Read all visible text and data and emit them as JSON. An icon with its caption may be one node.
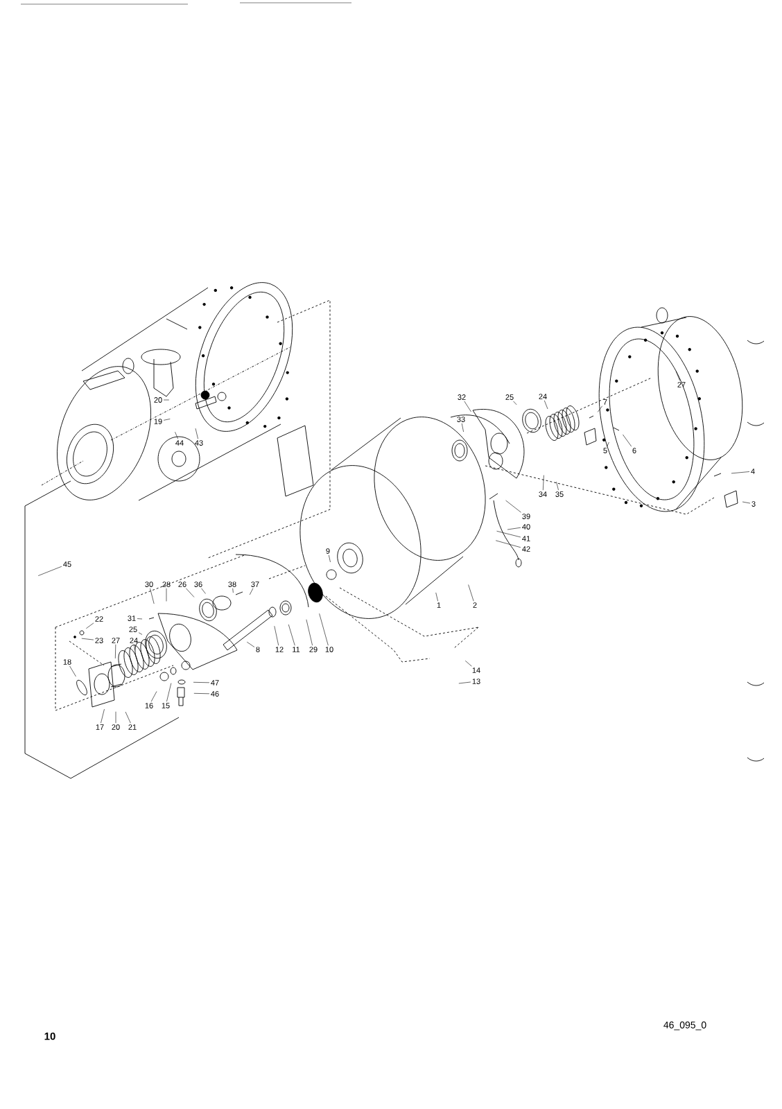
{
  "diagram": {
    "nodes": [
      {
        "text": [
          "20"
        ]
      },
      {
        "text": [
          "19"
        ]
      },
      {
        "text": [
          "44"
        ]
      },
      {
        "text": [
          "43"
        ]
      },
      {
        "text": [
          "27"
        ]
      },
      {
        "text": [
          "32"
        ]
      },
      {
        "text": [
          "25"
        ]
      },
      {
        "text": [
          "24"
        ]
      },
      {
        "text": [
          "7"
        ]
      },
      {
        "text": [
          "33"
        ]
      },
      {
        "text": [
          "5"
        ]
      },
      {
        "text": [
          "6"
        ]
      },
      {
        "text": [
          "4"
        ]
      },
      {
        "text": [
          "34"
        ]
      },
      {
        "text": [
          "35"
        ]
      },
      {
        "text": [
          "3"
        ]
      },
      {
        "text": [
          "39"
        ]
      },
      {
        "text": [
          "40"
        ]
      },
      {
        "text": [
          "41"
        ]
      },
      {
        "text": [
          "42"
        ]
      },
      {
        "text": [
          "9"
        ]
      },
      {
        "text": [
          "45"
        ]
      },
      {
        "text": [
          "30"
        ]
      },
      {
        "text": [
          "28"
        ]
      },
      {
        "text": [
          "26"
        ]
      },
      {
        "text": [
          "36"
        ]
      },
      {
        "text": [
          "38"
        ]
      },
      {
        "text": [
          "37"
        ]
      },
      {
        "text": [
          "1"
        ]
      },
      {
        "text": [
          "2"
        ]
      },
      {
        "text": [
          "22"
        ]
      },
      {
        "text": [
          "31"
        ]
      },
      {
        "text": [
          "25"
        ]
      },
      {
        "text": [
          "23"
        ]
      },
      {
        "text": [
          "27"
        ]
      },
      {
        "text": [
          "24"
        ]
      },
      {
        "text": [
          "8"
        ]
      },
      {
        "text": [
          "12"
        ]
      },
      {
        "text": [
          "11"
        ]
      },
      {
        "text": [
          "29"
        ]
      },
      {
        "text": [
          "10"
        ]
      },
      {
        "text": [
          "18"
        ]
      },
      {
        "text": [
          "14"
        ]
      },
      {
        "text": [
          "13"
        ]
      },
      {
        "text": [
          "47"
        ]
      },
      {
        "text": [
          "46"
        ]
      },
      {
        "text": [
          "16"
        ]
      },
      {
        "text": [
          "15"
        ]
      },
      {
        "text": [
          "17"
        ]
      },
      {
        "text": [
          "20"
        ]
      },
      {
        "text": [
          "21"
        ]
      }
    ],
    "edges": [
      {
        "from": 0,
        "to": null,
        "arrow": "none"
      },
      {
        "from": 1,
        "to": null,
        "arrow": "none"
      },
      {
        "from": 2,
        "to": null,
        "arrow": "none"
      },
      {
        "from": 3,
        "to": null,
        "arrow": "none"
      },
      {
        "from": 4,
        "to": null,
        "arrow": "none"
      },
      {
        "from": 5,
        "to": null,
        "arrow": "none"
      },
      {
        "from": 6,
        "to": null,
        "arrow": "none"
      },
      {
        "from": 7,
        "to": null,
        "arrow": "none"
      },
      {
        "from": 8,
        "to": null,
        "arrow": "none"
      },
      {
        "from": 9,
        "to": null,
        "arrow": "none"
      },
      {
        "from": 10,
        "to": null,
        "arrow": "none"
      },
      {
        "from": 11,
        "to": null,
        "arrow": "none"
      },
      {
        "from": 12,
        "to": null,
        "arrow": "none"
      },
      {
        "from": 13,
        "to": null,
        "arrow": "none"
      },
      {
        "from": 14,
        "to": null,
        "arrow": "none"
      },
      {
        "from": 15,
        "to": null,
        "arrow": "none"
      },
      {
        "from": 16,
        "to": null,
        "arrow": "none"
      },
      {
        "from": 17,
        "to": null,
        "arrow": "none"
      },
      {
        "from": 18,
        "to": null,
        "arrow": "none"
      },
      {
        "from": 19,
        "to": null,
        "arrow": "none"
      },
      {
        "from": 20,
        "to": null,
        "arrow": "none"
      },
      {
        "from": 21,
        "to": null,
        "arrow": "none"
      },
      {
        "from": 22,
        "to": null,
        "arrow": "none"
      },
      {
        "from": 23,
        "to": null,
        "arrow": "none"
      },
      {
        "from": 24,
        "to": null,
        "arrow": "none"
      },
      {
        "from": 25,
        "to": null,
        "arrow": "none"
      },
      {
        "from": 26,
        "to": null,
        "arrow": "none"
      },
      {
        "from": 27,
        "to": null,
        "arrow": "none"
      },
      {
        "from": 28,
        "to": null,
        "arrow": "none"
      },
      {
        "from": 29,
        "to": null,
        "arrow": "none"
      },
      {
        "from": 30,
        "to": null,
        "arrow": "none"
      },
      {
        "from": 31,
        "to": null,
        "arrow": "none"
      },
      {
        "from": 32,
        "to": null,
        "arrow": "none"
      },
      {
        "from": 33,
        "to": null,
        "arrow": "none"
      },
      {
        "from": 34,
        "to": null,
        "arrow": "none"
      },
      {
        "from": 35,
        "to": null,
        "arrow": "none"
      },
      {
        "from": 36,
        "to": null,
        "arrow": "none"
      },
      {
        "from": 37,
        "to": null,
        "arrow": "none"
      },
      {
        "from": 38,
        "to": null,
        "arrow": "none"
      },
      {
        "from": 39,
        "to": null,
        "arrow": "none"
      },
      {
        "from": 40,
        "to": null,
        "arrow": "none"
      },
      {
        "from": 41,
        "to": null,
        "arrow": "none"
      },
      {
        "from": 42,
        "to": null,
        "arrow": "none"
      },
      {
        "from": 43,
        "to": null,
        "arrow": "none"
      },
      {
        "from": 44,
        "to": null,
        "arrow": "none"
      },
      {
        "from": 45,
        "to": null,
        "arrow": "none"
      },
      {
        "from": 46,
        "to": null,
        "arrow": "none"
      },
      {
        "from": 47,
        "to": null,
        "arrow": "none"
      },
      {
        "from": 48,
        "to": null,
        "arrow": "none"
      },
      {
        "from": 49,
        "to": null,
        "arrow": "none"
      },
      {
        "from": 50,
        "to": null,
        "arrow": "none"
      }
    ],
    "labels": [
      "10",
      "46_095_0"
    ]
  }
}
